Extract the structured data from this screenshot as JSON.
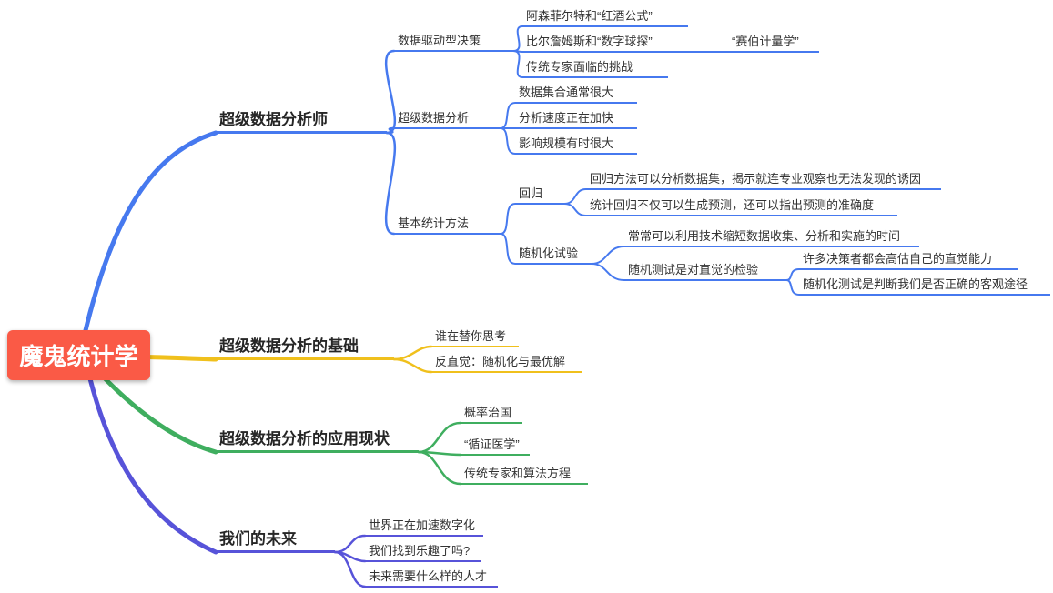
{
  "title": "魔鬼统计学",
  "colors": {
    "root": "#fa5a46",
    "branch_analyst": "#4679ef",
    "branch_foundation": "#f0c01c",
    "branch_application": "#3fae5f",
    "branch_future": "#5753d9"
  },
  "mindmap": {
    "root": {
      "label": "魔鬼统计学"
    },
    "branches": [
      {
        "label": "超级数据分析师",
        "color": "#4679ef",
        "children": [
          {
            "label": "数据驱动型决策",
            "children": [
              {
                "label": "阿森菲尔特和“红酒公式”"
              },
              {
                "label": "比尔詹姆斯和“数字球探”",
                "children": [
                  {
                    "label": "“赛伯计量学”"
                  }
                ]
              },
              {
                "label": "传统专家面临的挑战"
              }
            ]
          },
          {
            "label": "超级数据分析",
            "children": [
              {
                "label": "数据集合通常很大"
              },
              {
                "label": "分析速度正在加快"
              },
              {
                "label": "影响规模有时很大"
              }
            ]
          },
          {
            "label": "基本统计方法",
            "children": [
              {
                "label": "回归",
                "children": [
                  {
                    "label": "回归方法可以分析数据集，揭示就连专业观察也无法发现的诱因"
                  },
                  {
                    "label": "统计回归不仅可以生成预测，还可以指出预测的准确度"
                  }
                ]
              },
              {
                "label": "随机化试验",
                "children": [
                  {
                    "label": "常常可以利用技术缩短数据收集、分析和实施的时间"
                  },
                  {
                    "label": "随机测试是对直觉的检验",
                    "children": [
                      {
                        "label": "许多决策者都会高估自己的直觉能力"
                      },
                      {
                        "label": "随机化测试是判断我们是否正确的客观途径"
                      }
                    ]
                  }
                ]
              }
            ]
          }
        ]
      },
      {
        "label": "超级数据分析的基础",
        "color": "#f0c01c",
        "children": [
          {
            "label": "谁在替你思考"
          },
          {
            "label": "反直觉：随机化与最优解"
          }
        ]
      },
      {
        "label": "超级数据分析的应用现状",
        "color": "#3fae5f",
        "children": [
          {
            "label": "概率治国"
          },
          {
            "label": "“循证医学”"
          },
          {
            "label": "传统专家和算法方程"
          }
        ]
      },
      {
        "label": "我们的未来",
        "color": "#5753d9",
        "children": [
          {
            "label": "世界正在加速数字化"
          },
          {
            "label": "我们找到乐趣了吗?"
          },
          {
            "label": "未来需要什么样的人才"
          }
        ]
      }
    ]
  }
}
